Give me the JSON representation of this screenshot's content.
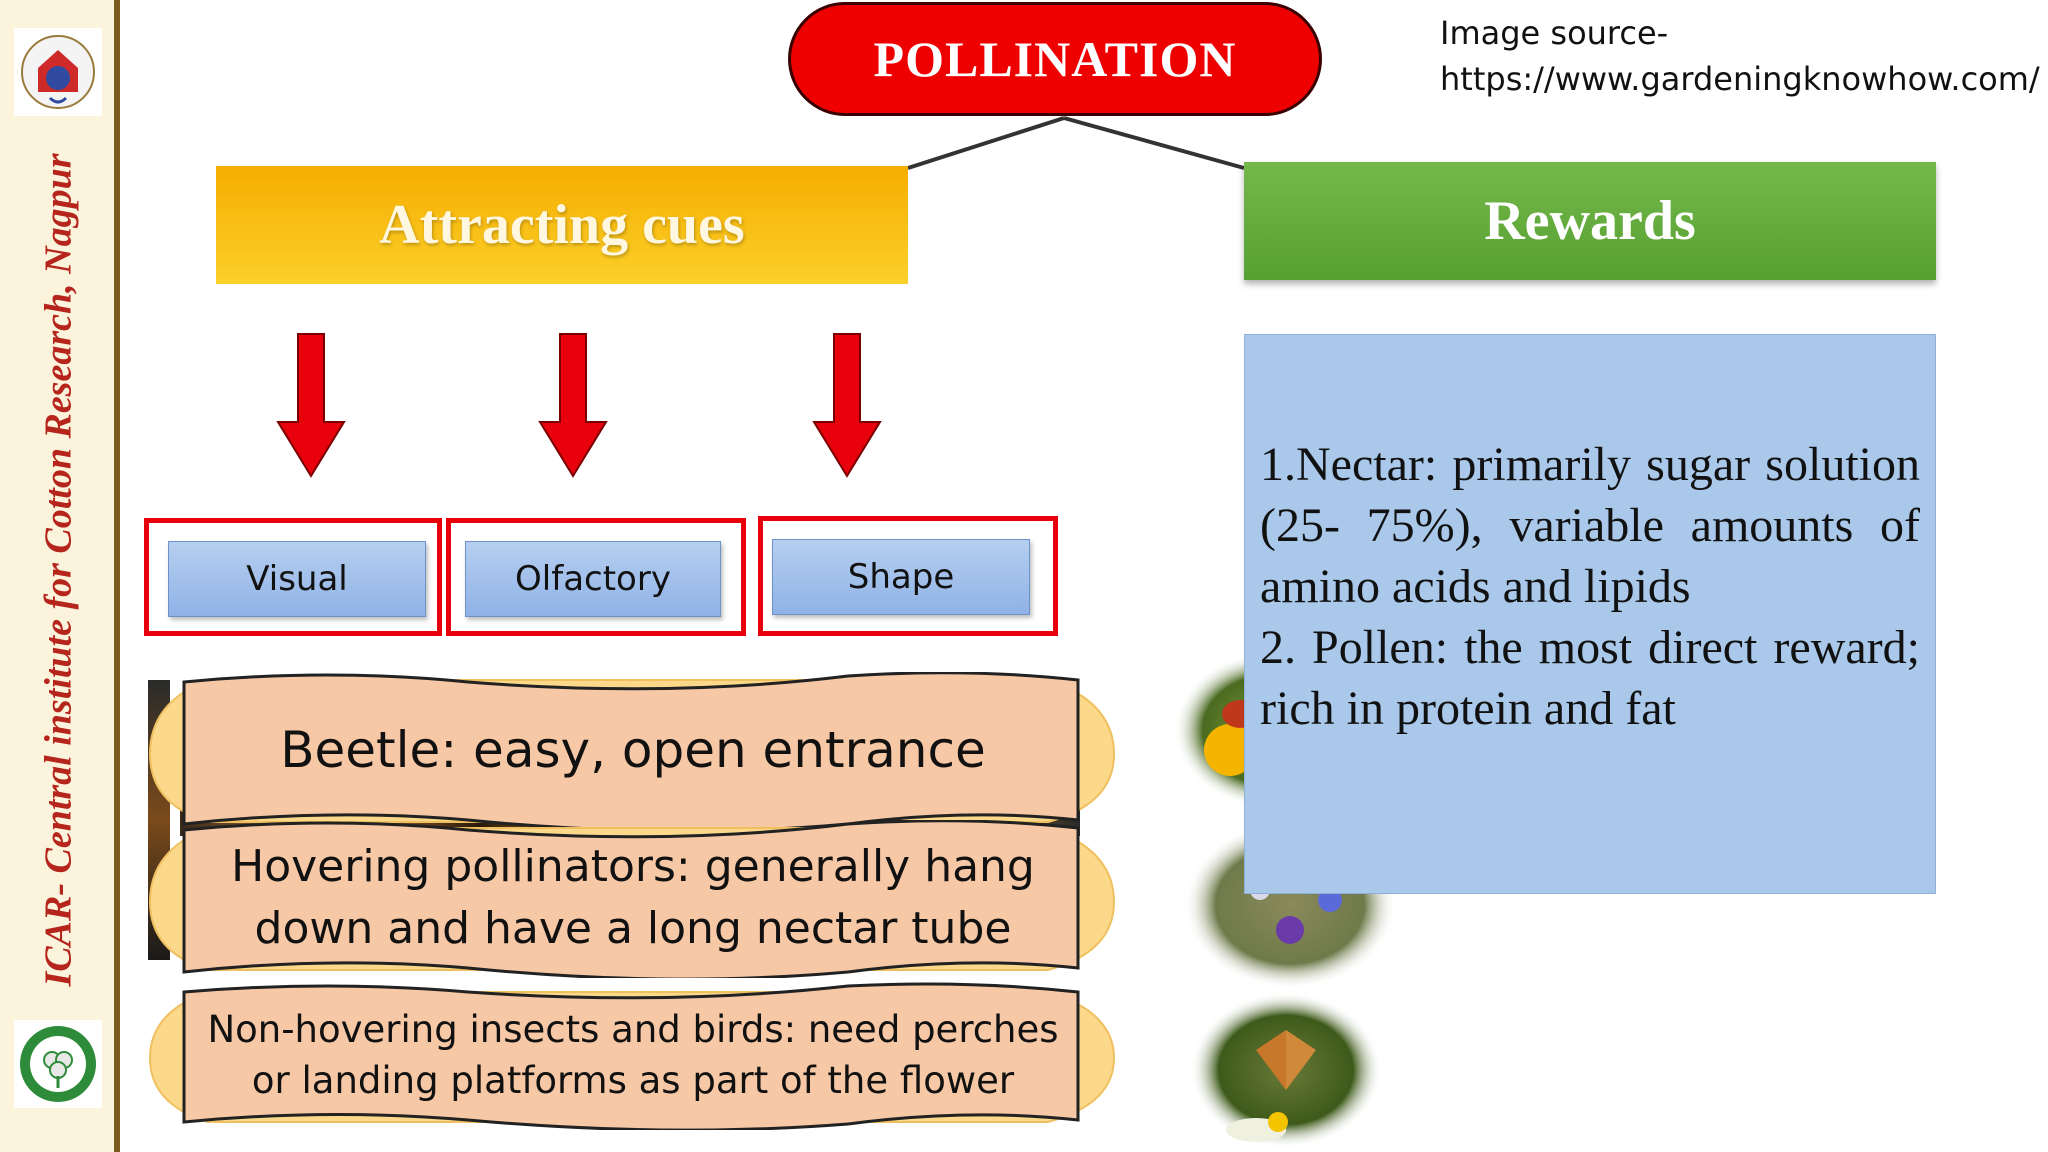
{
  "sidebar": {
    "title": "ICAR- Central institute for Cotton Research, Nagpur"
  },
  "title": "POLLINATION",
  "image_source": {
    "line1": "Image source-",
    "line2": "https://www.gardeningknowhow.com/"
  },
  "attracting": {
    "heading": "Attracting cues",
    "cues": [
      "Visual",
      "Olfactory",
      "Shape"
    ]
  },
  "rewards": {
    "heading": "Rewards",
    "item1": "1.Nectar: primarily sugar solution (25- 75%), variable amounts of amino acids and lipids",
    "item2": "2. Pollen: the most direct reward; rich in protein and fat"
  },
  "shape_banners": {
    "beetle": "Beetle: easy, open entrance",
    "hovering": "Hovering pollinators: generally hang down and have a long nectar tube",
    "nonhovering": "Non-hovering insects and birds: need perches or landing platforms as part of the flower"
  },
  "colors": {
    "title_red": "#ef0000",
    "attract_yellow": "#f6ad00",
    "rewards_green": "#5ea63a",
    "arrow_red": "#e8000d",
    "cue_blue": "#9bbde9",
    "banner_peach": "#f7c8a5",
    "banner_yellow": "#fcd98a",
    "panel_blue": "#a9c8ea",
    "sidebar_text": "#b5251c"
  },
  "icons": [
    "institute-emblem",
    "cotton-logo",
    "down-arrow",
    "flower-beetle-photo",
    "wildflowers-photo",
    "butterfly-photo"
  ]
}
